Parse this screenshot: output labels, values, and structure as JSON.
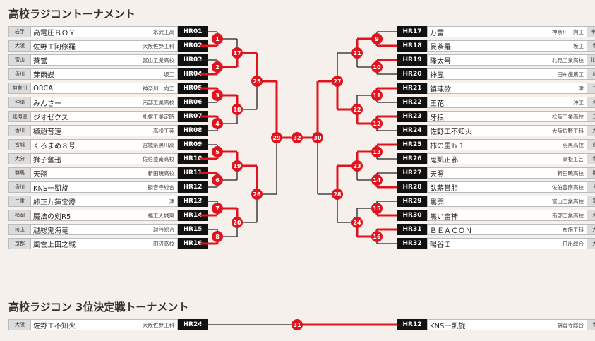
{
  "title1": "高校ラジコントーナメント",
  "title2": "高校ラジコン 3位決定戦トーナメント",
  "left": [
    {
      "pref": "岩手",
      "name": "高電圧ＢＯＹ",
      "school": "水沢工高",
      "hr": "HR01"
    },
    {
      "pref": "大阪",
      "name": "佐野工阿修羅",
      "school": "大阪佐野工科",
      "hr": "HR02"
    },
    {
      "pref": "富山",
      "name": "蒼鷲",
      "school": "富山工業高校",
      "hr": "HR03"
    },
    {
      "pref": "香川",
      "name": "芽雨蝶",
      "school": "坂工",
      "hr": "HR04"
    },
    {
      "pref": "神奈川",
      "name": "ORCA",
      "school": "神奈川　向工",
      "hr": "HR05"
    },
    {
      "pref": "沖縄",
      "name": "みんさー",
      "school": "南部工業高校",
      "hr": "HR06"
    },
    {
      "pref": "北海道",
      "name": "ジオゼクス",
      "school": "札幌工業定時",
      "hr": "HR07"
    },
    {
      "pref": "香川",
      "name": "極超音速",
      "school": "高松工芸",
      "hr": "HR08"
    },
    {
      "pref": "宮城",
      "name": "くろまめ８号",
      "school": "宮城県黒川高",
      "hr": "HR09"
    },
    {
      "pref": "大分",
      "name": "獅子奮迅",
      "school": "佐伯豊南高校",
      "hr": "HR10"
    },
    {
      "pref": "群馬",
      "name": "天翔",
      "school": "新田暁高校",
      "hr": "HR11"
    },
    {
      "pref": "香川",
      "name": "KNS一凱旋",
      "school": "観音寺総合",
      "hr": "HR12"
    },
    {
      "pref": "三重",
      "name": "純正九蓮宝燈",
      "school": "津",
      "hr": "HR13"
    },
    {
      "pref": "福岡",
      "name": "魔法の剣R5",
      "school": "福工大城東",
      "hr": "HR14"
    },
    {
      "pref": "埼玉",
      "name": "越総鬼海竜",
      "school": "越谷総合",
      "hr": "HR15"
    },
    {
      "pref": "京都",
      "name": "風雲上田之城",
      "school": "田辺高校",
      "hr": "HR16"
    }
  ],
  "right": [
    {
      "pref": "神奈川",
      "name": "万雷",
      "school": "神奈川　向工",
      "hr": "HR17"
    },
    {
      "pref": "香川",
      "name": "曼荼羅",
      "school": "坂工",
      "hr": "HR18"
    },
    {
      "pref": "北海道",
      "name": "隆太号",
      "school": "北見工業高校",
      "hr": "HR19"
    },
    {
      "pref": "山口",
      "name": "神風",
      "school": "田布施農工",
      "hr": "HR20"
    },
    {
      "pref": "三重",
      "name": "鎮魂歌",
      "school": "津",
      "hr": "HR21"
    },
    {
      "pref": "沖縄",
      "name": "王花",
      "school": "沖工",
      "hr": "HR22"
    },
    {
      "pref": "三重",
      "name": "牙狼",
      "school": "松阪工業高校",
      "hr": "HR23"
    },
    {
      "pref": "大阪",
      "name": "佐野工不知火",
      "school": "大阪佐野工科",
      "hr": "HR24"
    },
    {
      "pref": "山形",
      "name": "柿の里ｈ１",
      "school": "羽黒高校",
      "hr": "HR25"
    },
    {
      "pref": "香川",
      "name": "鬼凱正邪",
      "school": "高松工芸",
      "hr": "HR26"
    },
    {
      "pref": "群馬",
      "name": "天照",
      "school": "新田暁高校",
      "hr": "HR27"
    },
    {
      "pref": "大分",
      "name": "臥薪嘗胆",
      "school": "佐伯豊南高校",
      "hr": "HR28"
    },
    {
      "pref": "富山",
      "name": "黒閃",
      "school": "富山工業高校",
      "hr": "HR29"
    },
    {
      "pref": "沖縄",
      "name": "黒い雷神",
      "school": "南部工業高校",
      "hr": "HR30"
    },
    {
      "pref": "大阪",
      "name": "ＢＥＡＣＯＮ",
      "school": "布施工科",
      "hr": "HR31"
    },
    {
      "pref": "大分",
      "name": "暘谷Ｉ",
      "school": "日出総合",
      "hr": "HR32"
    }
  ],
  "third": {
    "left": {
      "pref": "大阪",
      "name": "佐野工不知火",
      "school": "大阪佐野工科",
      "hr": "HR24"
    },
    "right": {
      "pref": "香川",
      "name": "KNS一凱旋",
      "school": "観音寺総合",
      "hr": "HR12"
    },
    "match": "31"
  },
  "matches": [
    "1",
    "2",
    "3",
    "4",
    "5",
    "6",
    "7",
    "8",
    "9",
    "10",
    "11",
    "12",
    "13",
    "14",
    "15",
    "16",
    "17",
    "18",
    "19",
    "20",
    "21",
    "22",
    "23",
    "24",
    "25",
    "26",
    "27",
    "28",
    "29",
    "30",
    "32"
  ],
  "colors": {
    "accent": "#e0141e",
    "line": "#222222",
    "hr_bg": "#111111"
  }
}
